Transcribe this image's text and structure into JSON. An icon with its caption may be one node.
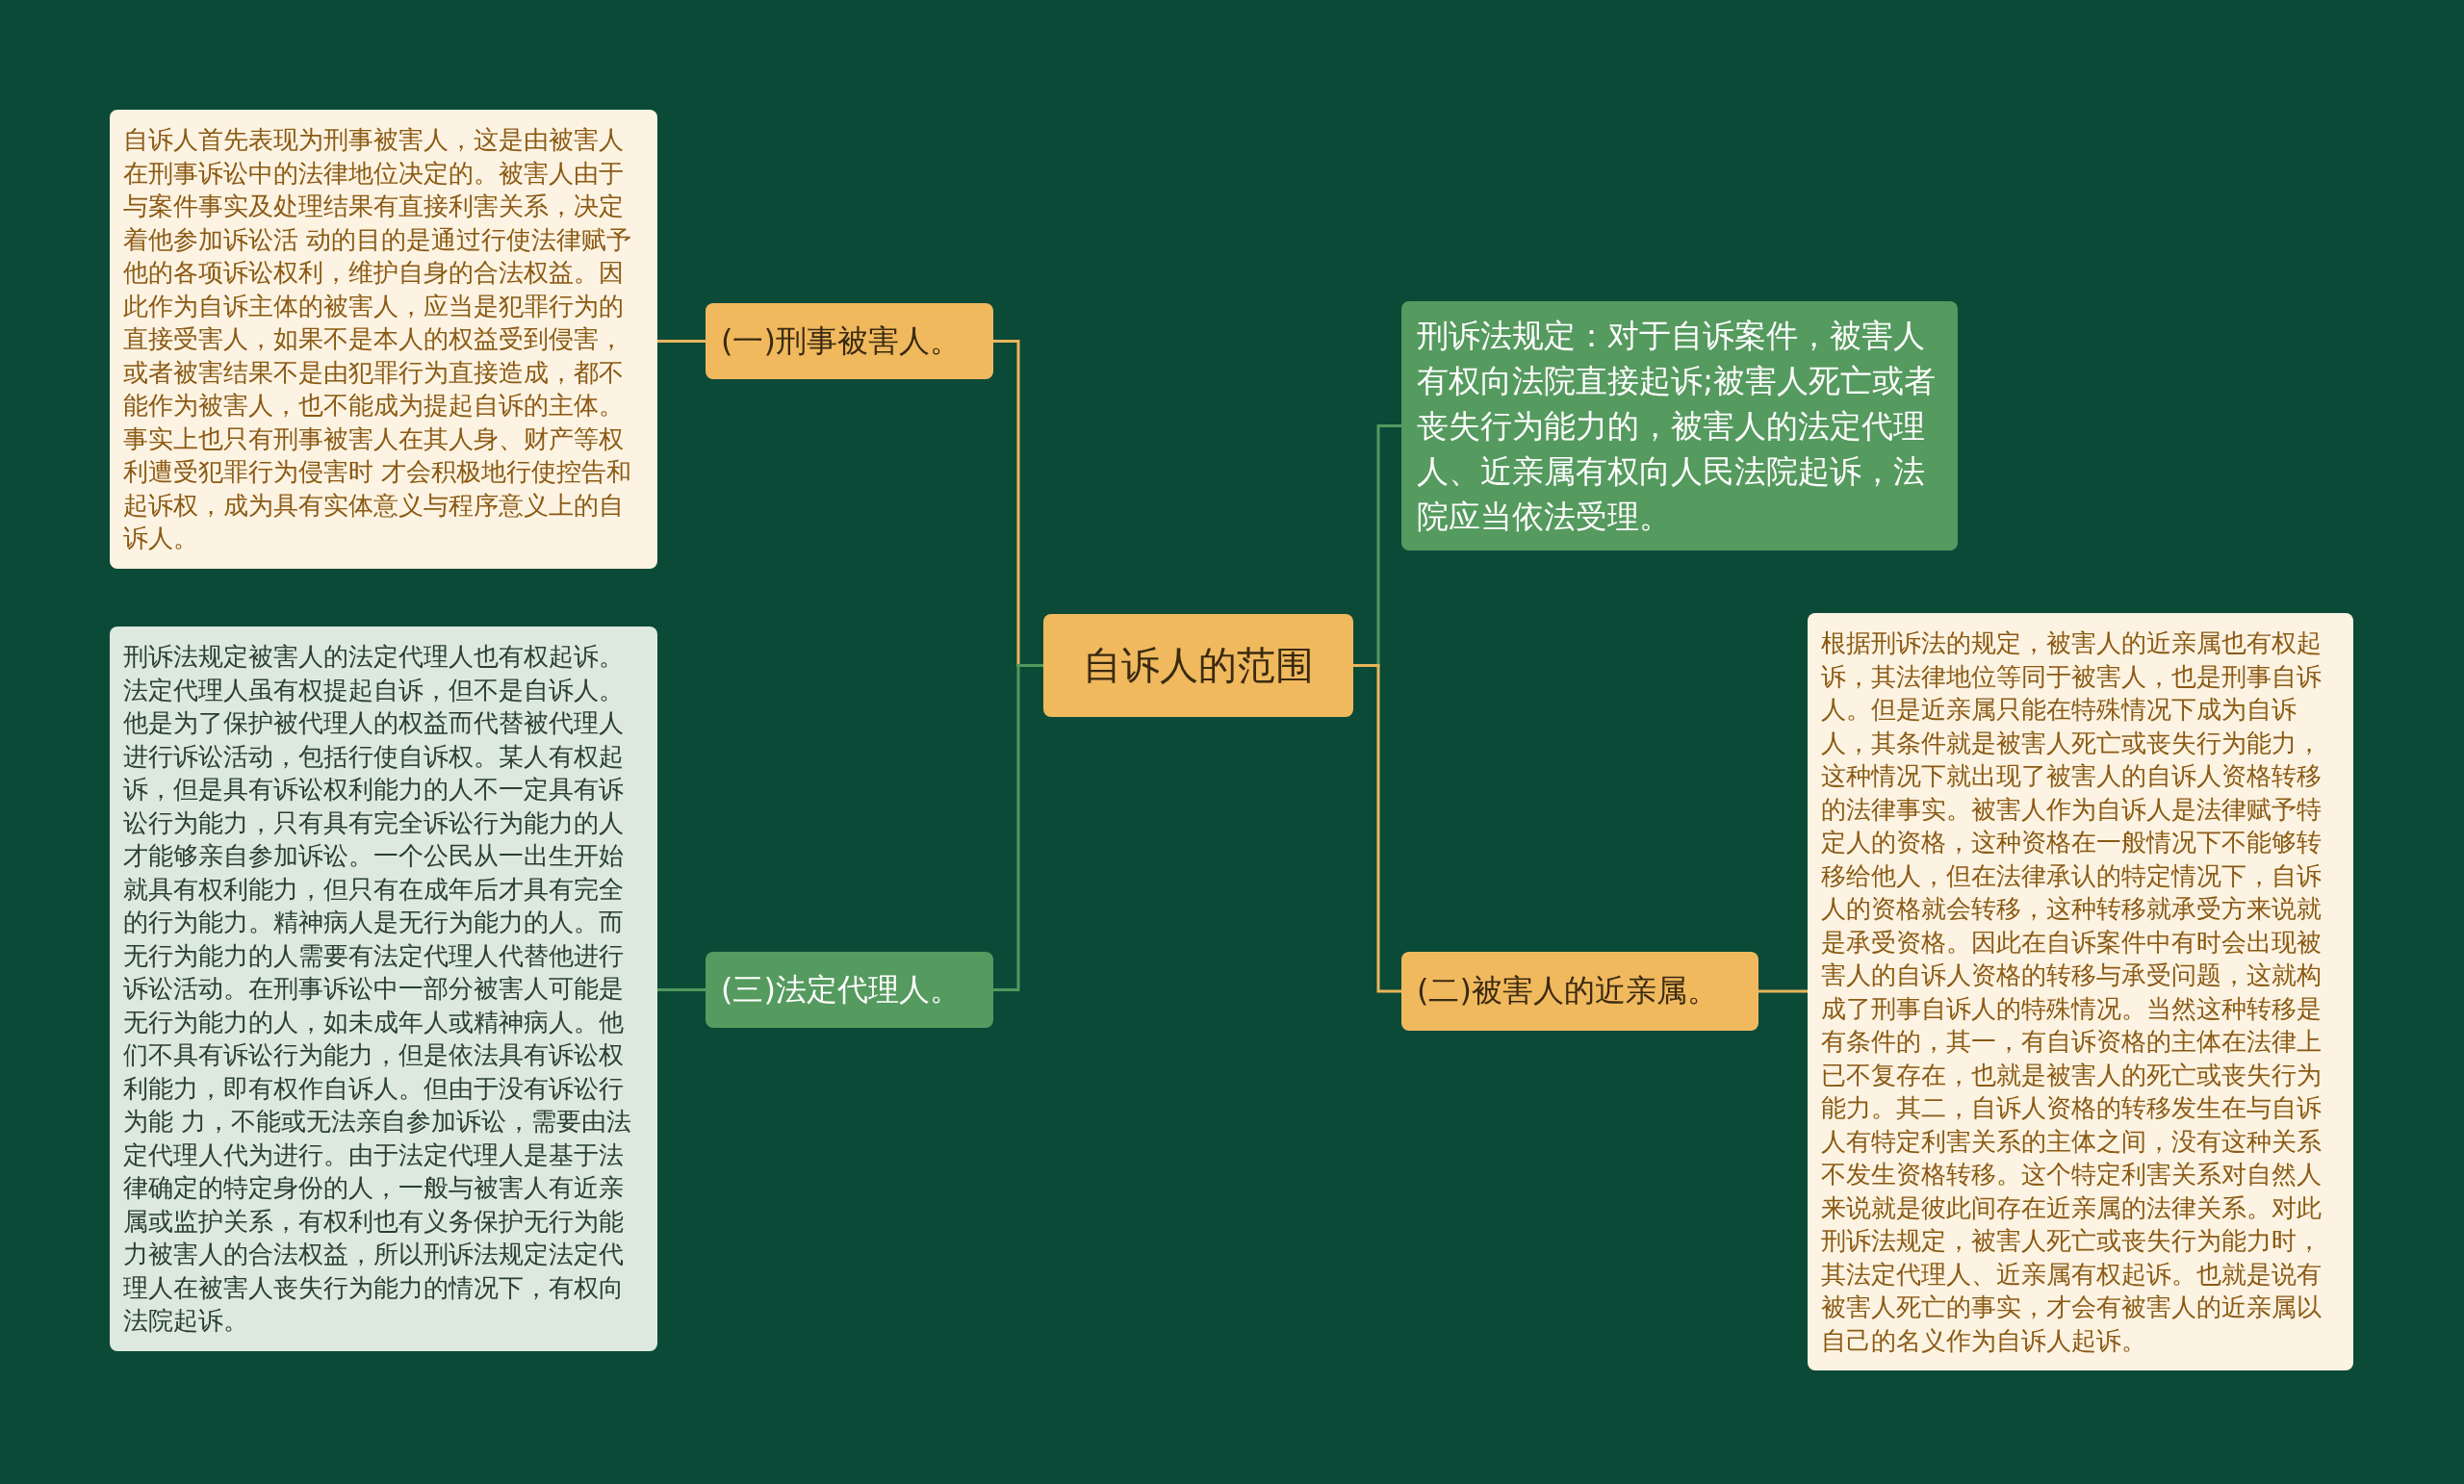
{
  "diagram": {
    "nodes": [
      {
        "text": [
          "自诉人的范围"
        ]
      },
      {
        "text": [
          "(一)刑事被害人。"
        ]
      },
      {
        "text": [
          "自诉人首先表现为刑事被害人，这是由被害人在刑事诉讼中的法律地位决定的。被害人由于与案件事实及处理结果有直接利害关系，决定着他参加诉讼活 动的目的是通过行使法律赋予他的各项诉讼权利，维护自身的合法权益。因此作为自诉主体的被害人，应当是犯罪行为的直接受害人，如果不是本人的权益受到侵害，或者被害结果不是由犯罪行为直接造成，都不能作为被害人，也不能成为提起自诉的主体。事实上也只有刑事被害人在其人身、财产等权利遭受犯罪行为侵害时 才会积极地行使控告和起诉权，成为具有实体意义与程序意义上的自诉人。"
        ]
      },
      {
        "text": [
          "(三)法定代理人。"
        ]
      },
      {
        "text": [
          "刑诉法规定被害人的法定代理人也有权起诉。法定代理人虽有权提起自诉，但不是自诉人。他是为了保护被代理人的权益而代替被代理人进行诉讼活动，包括行使自诉权。某人有权起诉，但是具有诉讼权利能力的人不一定具有诉讼行为能力，只有具有完全诉讼行为能力的人才能够亲自参加诉讼。一个公民从一出生开始就具有权利能力，但只有在成年后才具有完全的行为能力。精神病人是无行为能力的人。而无行为能力的人需要有法定代理人代替他进行诉讼活动。在刑事诉讼中一部分被害人可能是无行为能力的人，如未成年人或精神病人。他们不具有诉讼行为能力，但是依法具有诉讼权利能力，即有权作自诉人。但由于没有诉讼行为能 力，不能或无法亲自参加诉讼，需要由法定代理人代为进行。由于法定代理人是基于法律确定的特定身份的人，一般与被害人有近亲属或监护关系，有权利也有义务保护无行为能力被害人的合法权益，所以刑诉法规定法定代理人在被害人丧失行为能力的情况下，有权向法院起诉。"
        ]
      },
      {
        "text": [
          "刑诉法规定：对于自诉案件，被害人有权向法院直接起诉;被害人死亡或者丧失行为能力的，被害人的法定代理人、近亲属有权向人民法院起诉，法院应当依法受理。"
        ]
      },
      {
        "text": [
          "(二)被害人的近亲属。"
        ]
      },
      {
        "text": [
          "根据刑诉法的规定，被害人的近亲属也有权起诉，其法律地位等同于被害人，也是刑事自诉人。但是近亲属只能在特殊情况下成为自诉人，其条件就是被害人死亡或丧失行为能力，这种情况下就出现了被害人的自诉人资格转移的法律事实。被害人作为自诉人是法律赋予特定人的资格，这种资格在一般情况下不能够转移给他人，但在法律承认的特定情况下，自诉人的资格就会转移，这种转移就承受方来说就是承受资格。因此在自诉案件中有时会出现被害人的自诉人资格的转移与承受问题，这就构成了刑事自诉人的特殊情况。当然这种转移是有条件的，其一，有自诉资格的主体在法律上已不复存在，也就是被害人的死亡或丧失行为能力。其二，自诉人资格的转移发生在与自诉人有特定利害关系的主体之间，没有这种关系不发生资格转移。这个特定利害关系对自然人来说就是彼此间存在近亲属的法律关系。对此刑诉法规定，被害人死亡或丧失行为能力时，其法定代理人、近亲属有权起诉。也就是说有被害人死亡的事实，才会有被害人的近亲属以自己的名义作为自诉人起诉。"
        ]
      }
    ],
    "edges": [
      {
        "from": 0,
        "to": 1,
        "arrow": "none"
      },
      {
        "from": 1,
        "to": 2,
        "arrow": "none"
      },
      {
        "from": 0,
        "to": 3,
        "arrow": "none",
        "color": "#4f9a5c"
      },
      {
        "from": 3,
        "to": 4,
        "arrow": "none",
        "color": "#4f9a5c"
      },
      {
        "from": 0,
        "to": 5,
        "arrow": "none",
        "color": "#4f9a5c"
      },
      {
        "from": 0,
        "to": 6,
        "arrow": "none"
      },
      {
        "from": 6,
        "to": 7,
        "arrow": "none"
      }
    ]
  }
}
